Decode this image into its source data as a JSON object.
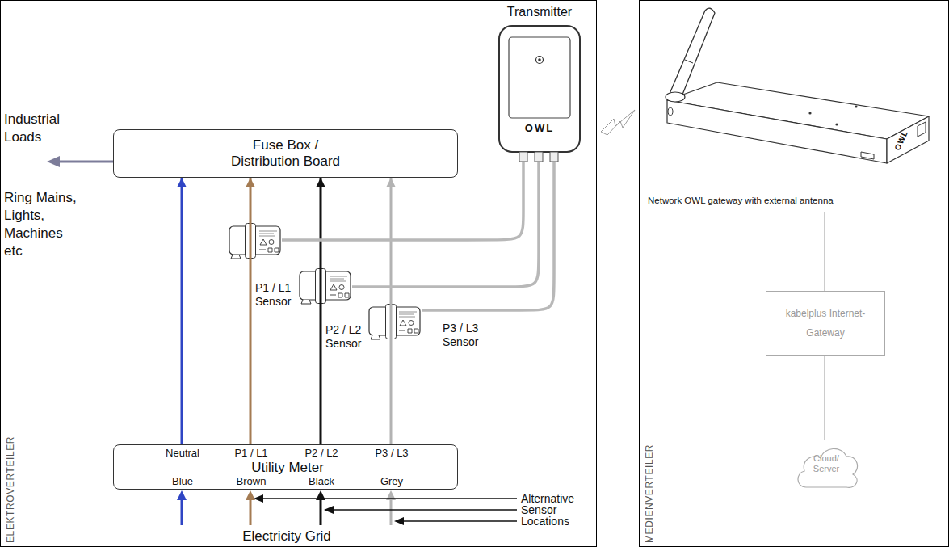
{
  "diagram": {
    "nodes": [
      {
        "text": [
          "ELEKTROVERTEILER"
        ]
      },
      {
        "text": [
          "Fuse Box / Distribution Board"
        ],
        "in": 0
      },
      {
        "text": [
          "Neutral",
          "P1 / L1",
          "P2 / L2",
          "P3 / L3",
          "Utility Meter",
          "Blue",
          "Brown",
          "Black",
          "Grey"
        ],
        "in": 0
      },
      {
        "text": [
          "Transmitter",
          "OWL"
        ],
        "in": 0
      },
      {
        "text": [
          "P1 / L1 Sensor"
        ],
        "in": 0
      },
      {
        "text": [
          "P2 / L2 Sensor"
        ],
        "in": 0
      },
      {
        "text": [
          "P3 / L3 Sensor"
        ],
        "in": 0
      },
      {
        "text": [
          "MEDIENVERTEILER"
        ]
      },
      {
        "text": [
          "Network OWL gateway with external antenna",
          "OWL"
        ],
        "in": 7
      },
      {
        "text": [
          "kabelplus Internet-Gateway"
        ],
        "in": 7
      },
      {
        "text": [
          "Cloud/ Server"
        ],
        "in": 7
      }
    ],
    "edges": [
      {
        "from": 2,
        "to": 1,
        "arrow": "to"
      },
      {
        "from": 2,
        "to": 1,
        "arrow": "to"
      },
      {
        "from": 2,
        "to": 1,
        "arrow": "to"
      },
      {
        "from": 2,
        "to": 1,
        "arrow": "to"
      },
      {
        "from": 4,
        "to": 3,
        "arrow": "none"
      },
      {
        "from": 5,
        "to": 3,
        "arrow": "none"
      },
      {
        "from": 6,
        "to": 3,
        "arrow": "none"
      },
      {
        "from": 8,
        "to": 9,
        "arrow": "none"
      },
      {
        "from": 9,
        "to": 10,
        "arrow": "none"
      }
    ],
    "labels": [
      "Industrial Loads",
      "Ring Mains, Lights, Machines etc",
      "Alternative Sensor Locations",
      "Electricity Grid"
    ]
  }
}
